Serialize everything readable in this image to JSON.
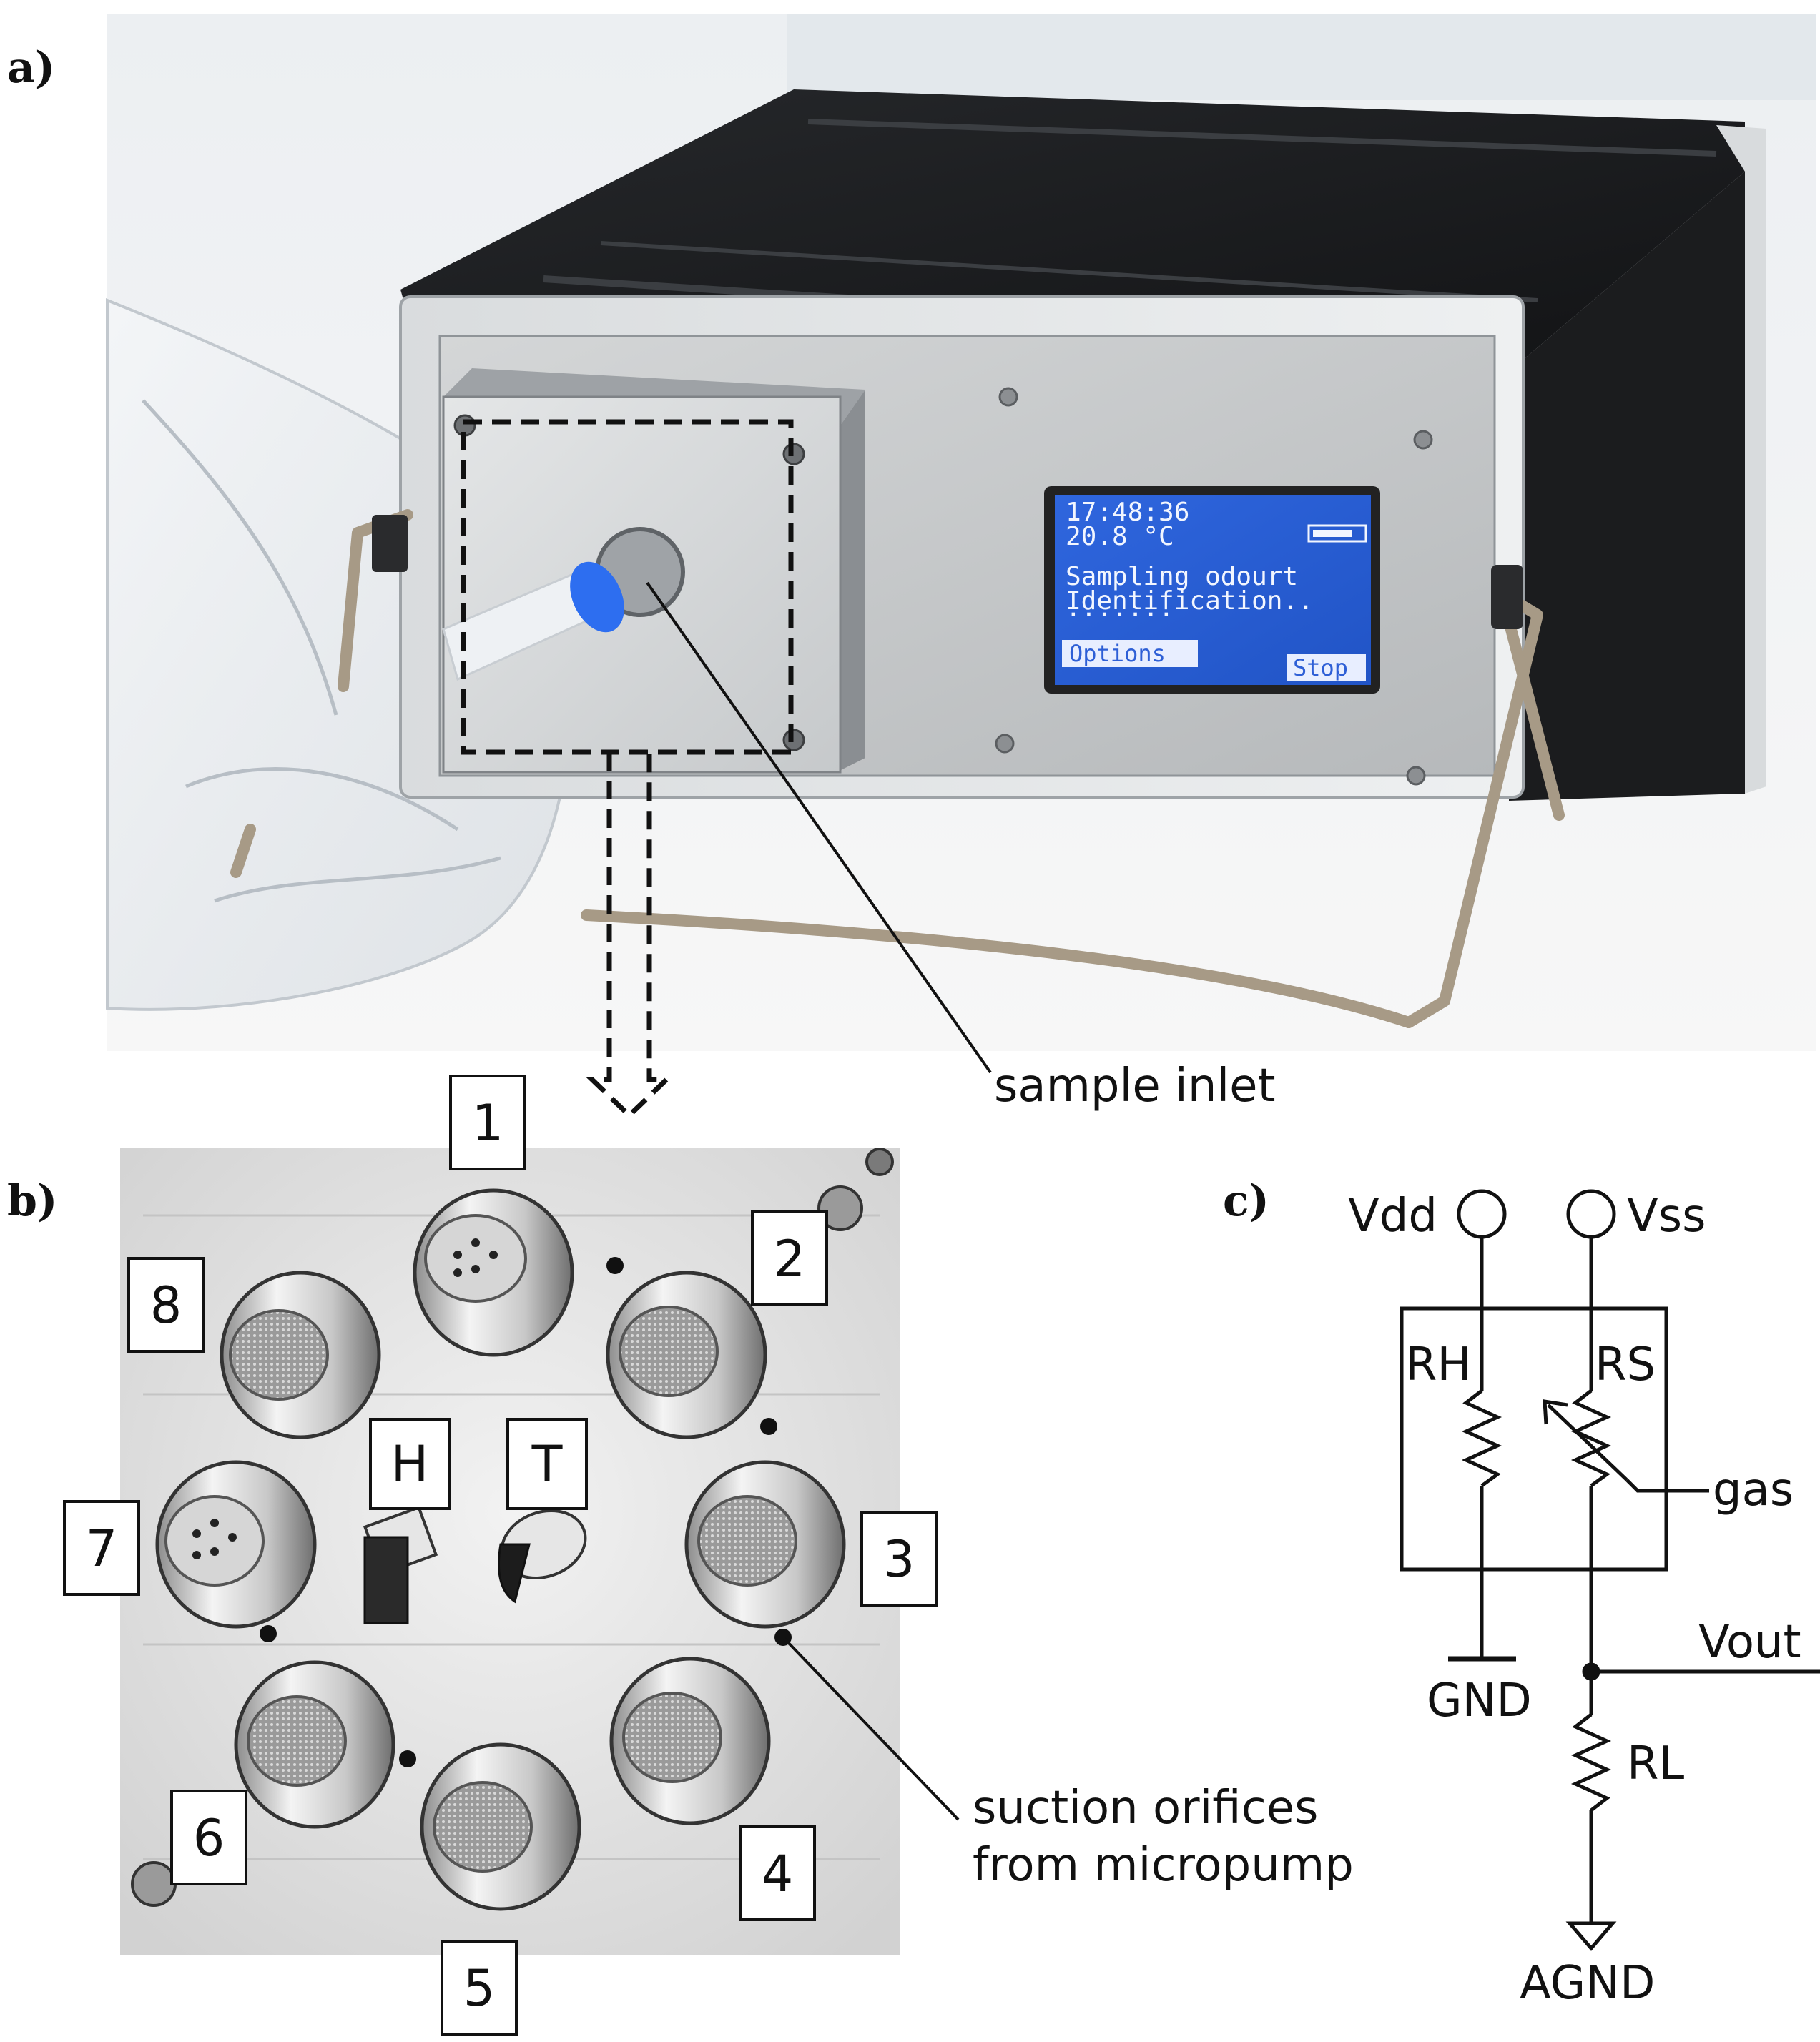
{
  "panels": {
    "a": "a)",
    "b": "b)",
    "c": "c)"
  },
  "display": {
    "time": "17:48:36",
    "temperature": "20.8 °C",
    "status_line1": "Sampling odourt",
    "status_line2": "Identification..",
    "progress": "·······",
    "button_left": "Options",
    "button_right": "Stop"
  },
  "callouts": {
    "sample_inlet": "sample inlet",
    "suction_line1": "suction orifices",
    "suction_line2": "from micropump"
  },
  "sensor_labels": [
    "1",
    "2",
    "3",
    "4",
    "5",
    "6",
    "7",
    "8"
  ],
  "aux_sensor_labels": {
    "humidity": "H",
    "temperature": "T"
  },
  "circuit": {
    "vdd": "Vdd",
    "vss": "Vss",
    "rh": "RH",
    "rs": "RS",
    "gas": "gas",
    "vout": "Vout",
    "gnd": "GND",
    "rl": "RL",
    "agnd": "AGND"
  }
}
